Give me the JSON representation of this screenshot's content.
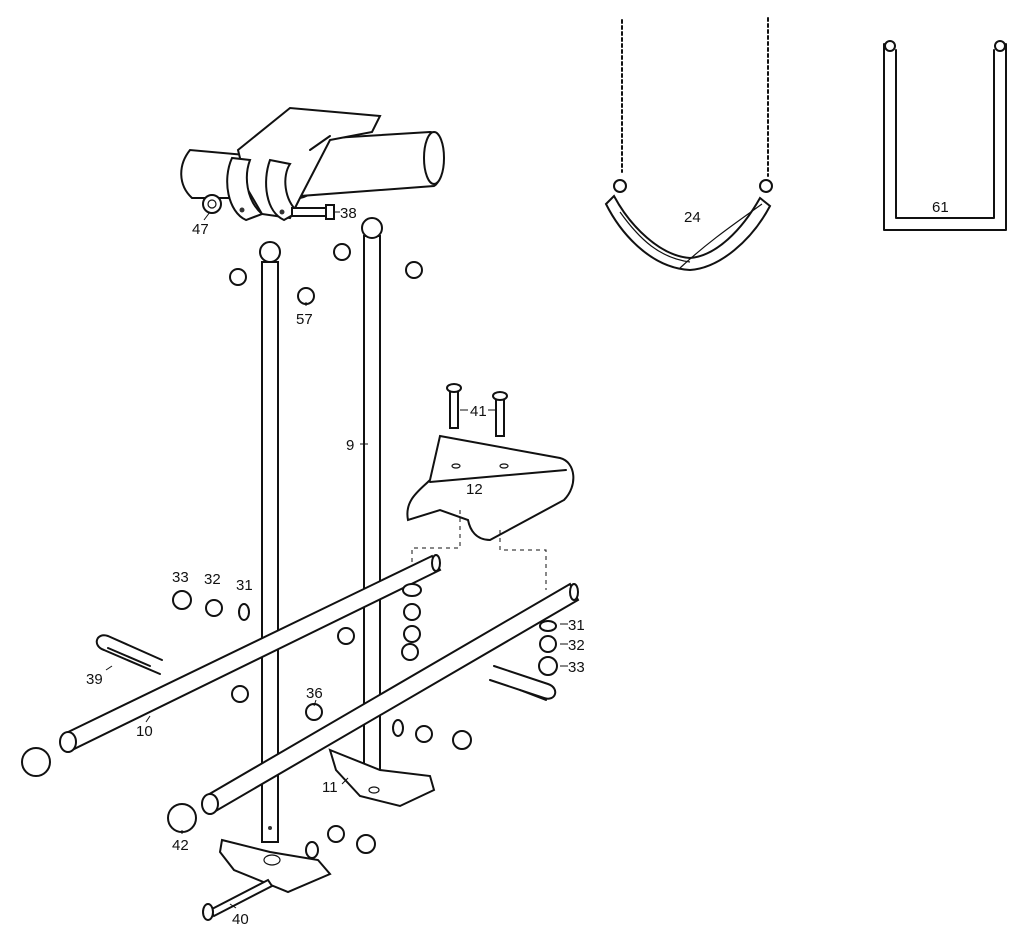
{
  "diagram": {
    "part_labels": {
      "p38": "38",
      "p47": "47",
      "p57": "57",
      "p9": "9",
      "p41": "41",
      "p12": "12",
      "p24": "24",
      "p61": "61",
      "p33_left": "33",
      "p32_left": "32",
      "p31_left": "31",
      "p31_right": "31",
      "p32_right": "32",
      "p33_right": "33",
      "p39": "39",
      "p10": "10",
      "p36": "36",
      "p11": "11",
      "p42": "42",
      "p40": "40"
    }
  }
}
